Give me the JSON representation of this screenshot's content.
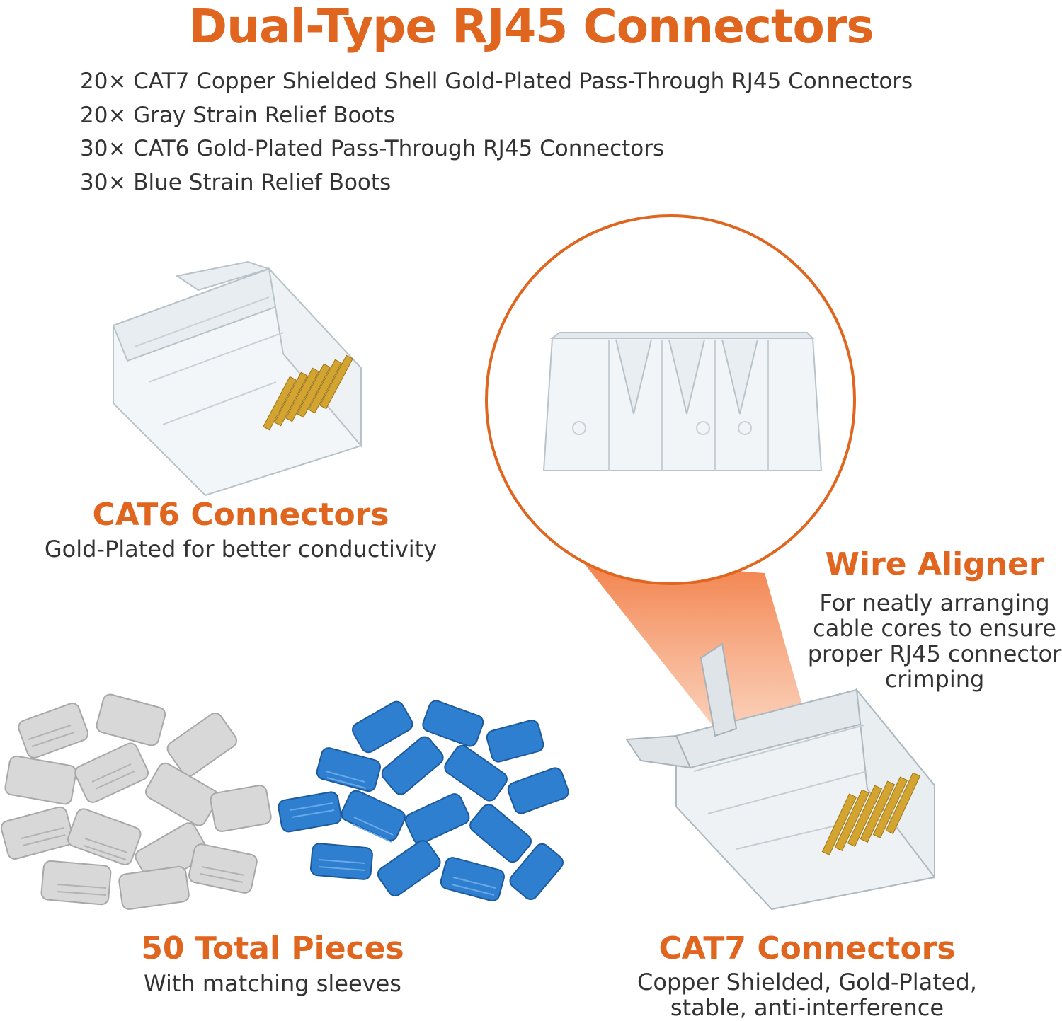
{
  "title": "Dual-Type RJ45 Connectors",
  "contents": [
    "20× CAT7 Copper Shielded Shell Gold-Plated Pass-Through RJ45 Connectors",
    "20× Gray Strain Relief Boots",
    "30× CAT6 Gold-Plated Pass-Through RJ45 Connectors",
    "30× Blue Strain Relief Boots"
  ],
  "features": {
    "cat6": {
      "heading": "CAT6 Connectors",
      "desc": "Gold-Plated for better conductivity"
    },
    "wire_aligner": {
      "heading": "Wire Aligner",
      "desc_lines": [
        "For neatly arranging",
        "cable cores to ensure",
        "proper RJ45 connector",
        "crimping"
      ]
    },
    "total": {
      "heading": "50 Total Pieces",
      "desc": "With matching sleeves"
    },
    "cat7": {
      "heading": "CAT7 Connectors",
      "desc_lines": [
        "Copper Shielded, Gold-Plated,",
        "stable, anti-interference"
      ]
    }
  },
  "colors": {
    "accent": "#e0651e",
    "text": "#333333",
    "gray_boot": "#d6d6d6",
    "blue_boot": "#2f7fd0",
    "gold_pin": "#d4a431"
  }
}
